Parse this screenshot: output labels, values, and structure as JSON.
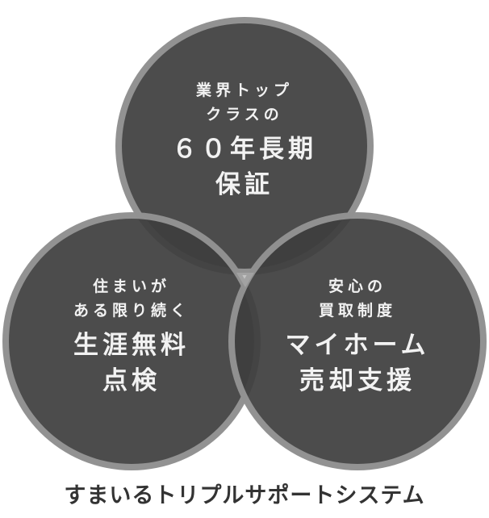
{
  "diagram": {
    "type": "venn-three-circles",
    "colors": {
      "circle_fill": "#444444",
      "circle_ring": "#a6a6a6",
      "text": "#f2f2f2",
      "title": "#333333",
      "background": "#ffffff"
    },
    "circles": [
      {
        "position": "top",
        "sub_line1": "業界トップ",
        "sub_line2": "クラスの",
        "main_line1": "６０年長期",
        "main_line2": "保証"
      },
      {
        "position": "bottom-left",
        "sub_line1": "住まいが",
        "sub_line2": "ある限り続く",
        "main_line1": "生涯無料",
        "main_line2": "点検"
      },
      {
        "position": "bottom-right",
        "sub_line1": "安心の",
        "sub_line2": "買取制度",
        "main_line1": "マイホーム",
        "main_line2": "売却支援"
      }
    ],
    "title": "すまいるトリプルサポートシステム"
  }
}
